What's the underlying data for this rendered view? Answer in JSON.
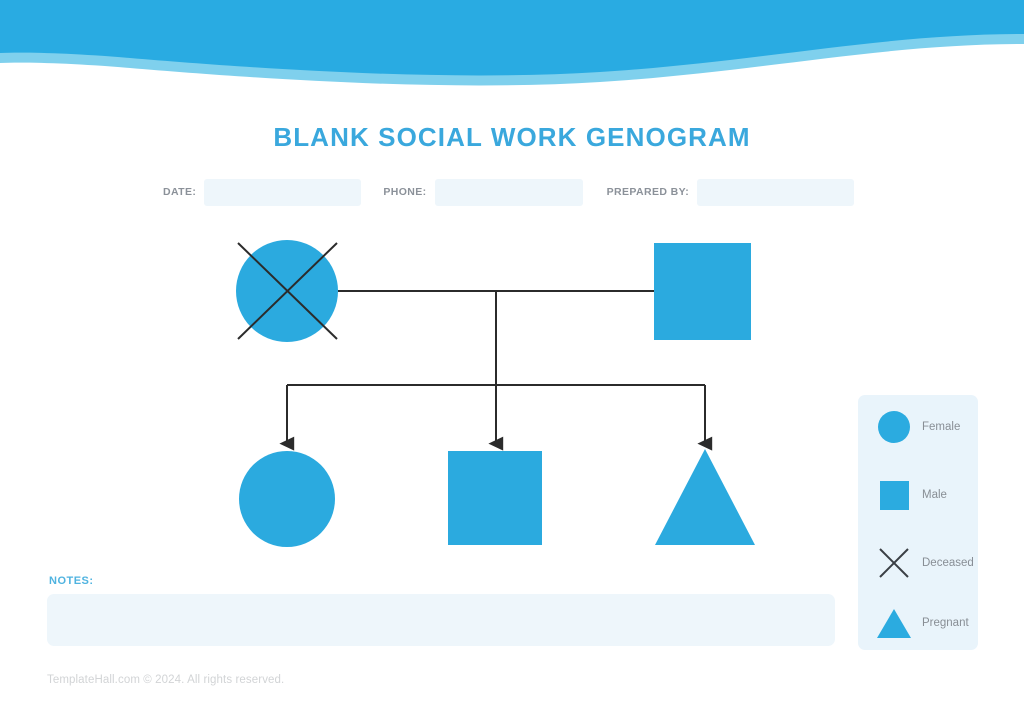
{
  "document": {
    "title": "BLANK SOCIAL WORK GENOGRAM"
  },
  "theme": {
    "brand_blue": "#29ABE2",
    "wave_dark": "#29ABE2",
    "wave_light": "#7FD0ED",
    "field_fill": "#EEF6FB",
    "legend_panel": "#E9F4FB",
    "title_color": "#3AA8DD",
    "label_gray": "#8B9199",
    "line_color": "#2B2B2B",
    "footer_gray": "#D2D4D6"
  },
  "meta_fields": [
    {
      "label": "DATE:",
      "value": "",
      "placeholder": ""
    },
    {
      "label": "PHONE:",
      "value": "",
      "placeholder": ""
    },
    {
      "label": "PREPARED BY:",
      "value": "",
      "placeholder": ""
    }
  ],
  "genogram": {
    "parents": [
      {
        "id": "parent-1",
        "shape": "circle",
        "meaning": "Female",
        "deceased": true
      },
      {
        "id": "parent-2",
        "shape": "square",
        "meaning": "Male",
        "deceased": false
      }
    ],
    "children": [
      {
        "id": "child-1",
        "shape": "circle",
        "meaning": "Female",
        "deceased": false
      },
      {
        "id": "child-2",
        "shape": "square",
        "meaning": "Male",
        "deceased": false
      },
      {
        "id": "child-3",
        "shape": "triangle",
        "meaning": "Pregnant",
        "deceased": false
      }
    ],
    "connectors": {
      "partner_line": "horizontal",
      "descent_line": "vertical",
      "sibling_bar": "horizontal",
      "child_arrows": 3
    }
  },
  "legend": {
    "items": [
      {
        "glyph": "circle-icon",
        "label": "Female"
      },
      {
        "glyph": "square-icon",
        "label": "Male"
      },
      {
        "glyph": "x-cross-icon",
        "label": "Deceased"
      },
      {
        "glyph": "triangle-icon",
        "label": "Pregnant"
      }
    ]
  },
  "notes": {
    "label": "NOTES:",
    "value": "",
    "placeholder": ""
  },
  "footer": {
    "text": "TemplateHall.com © 2024. All rights reserved."
  }
}
